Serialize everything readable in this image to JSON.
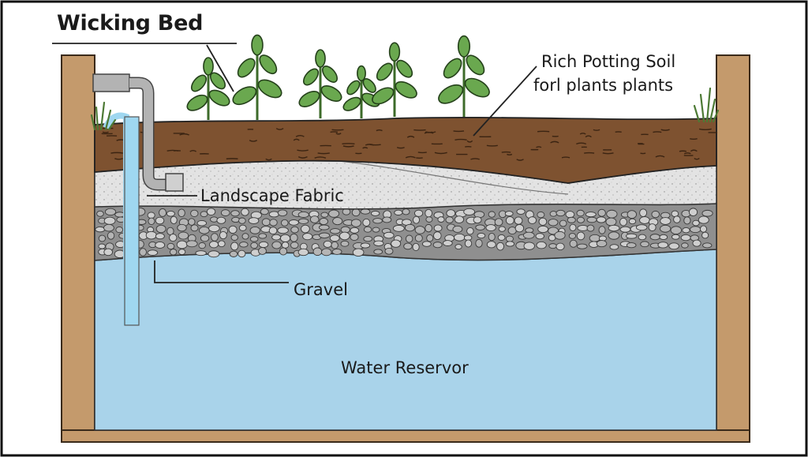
{
  "title": "Wicking Bed",
  "labels": {
    "soil_line1": "Rich Potting Soil",
    "soil_line2": "forl plants plants",
    "fabric": "Landscape Fabric",
    "gravel": "Gravel",
    "water": "Water Reservor"
  },
  "colors": {
    "wood": "#c49a6c",
    "soil": "#7e5230",
    "fabric": "#dcdcdc",
    "gravel": "#8f8f8f",
    "water": "#a9d3ea",
    "pipe": "#b3b3b3",
    "leaf": "#6aa84f"
  }
}
